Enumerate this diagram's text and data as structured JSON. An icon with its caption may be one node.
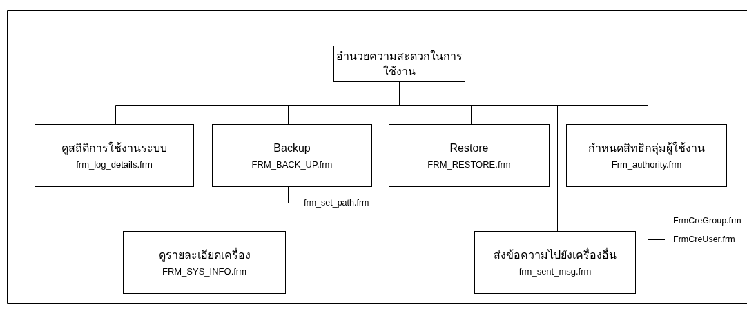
{
  "diagram": {
    "nodes": [
      {
        "text": [
          "อำนวยความสะดวกในการใช้งาน"
        ]
      },
      {
        "text": [
          "ดูสถิติการใช้งานระบบ",
          "frm_log_details.frm"
        ]
      },
      {
        "text": [
          "Backup",
          "FRM_BACK_UP.frm"
        ]
      },
      {
        "text": [
          "Restore",
          "FRM_RESTORE.frm"
        ]
      },
      {
        "text": [
          "กำหนดสิทธิกลุ่มผู้ใช้งาน",
          "Frm_authority.frm"
        ]
      },
      {
        "text": [
          "ดูรายละเอียดเครื่อง",
          "FRM_SYS_INFO.frm"
        ]
      },
      {
        "text": [
          "ส่งข้อความไปยังเครื่องอื่น",
          "frm_sent_msg.frm"
        ]
      },
      {
        "text": [
          "frm_set_path.frm"
        ]
      },
      {
        "text": [
          "FrmCreGroup.frm"
        ]
      },
      {
        "text": [
          "FrmCreUser.frm"
        ]
      }
    ],
    "edges": [
      {
        "from": 0,
        "to": 1,
        "arrow": "none"
      },
      {
        "from": 0,
        "to": 5,
        "arrow": "none"
      },
      {
        "from": 0,
        "to": 2,
        "arrow": "none"
      },
      {
        "from": 0,
        "to": 3,
        "arrow": "none"
      },
      {
        "from": 0,
        "to": 6,
        "arrow": "none"
      },
      {
        "from": 0,
        "to": 4,
        "arrow": "none"
      },
      {
        "from": 2,
        "to": 7,
        "arrow": "none"
      },
      {
        "from": 4,
        "to": 8,
        "arrow": "none"
      },
      {
        "from": 4,
        "to": 9,
        "arrow": "none"
      }
    ]
  }
}
